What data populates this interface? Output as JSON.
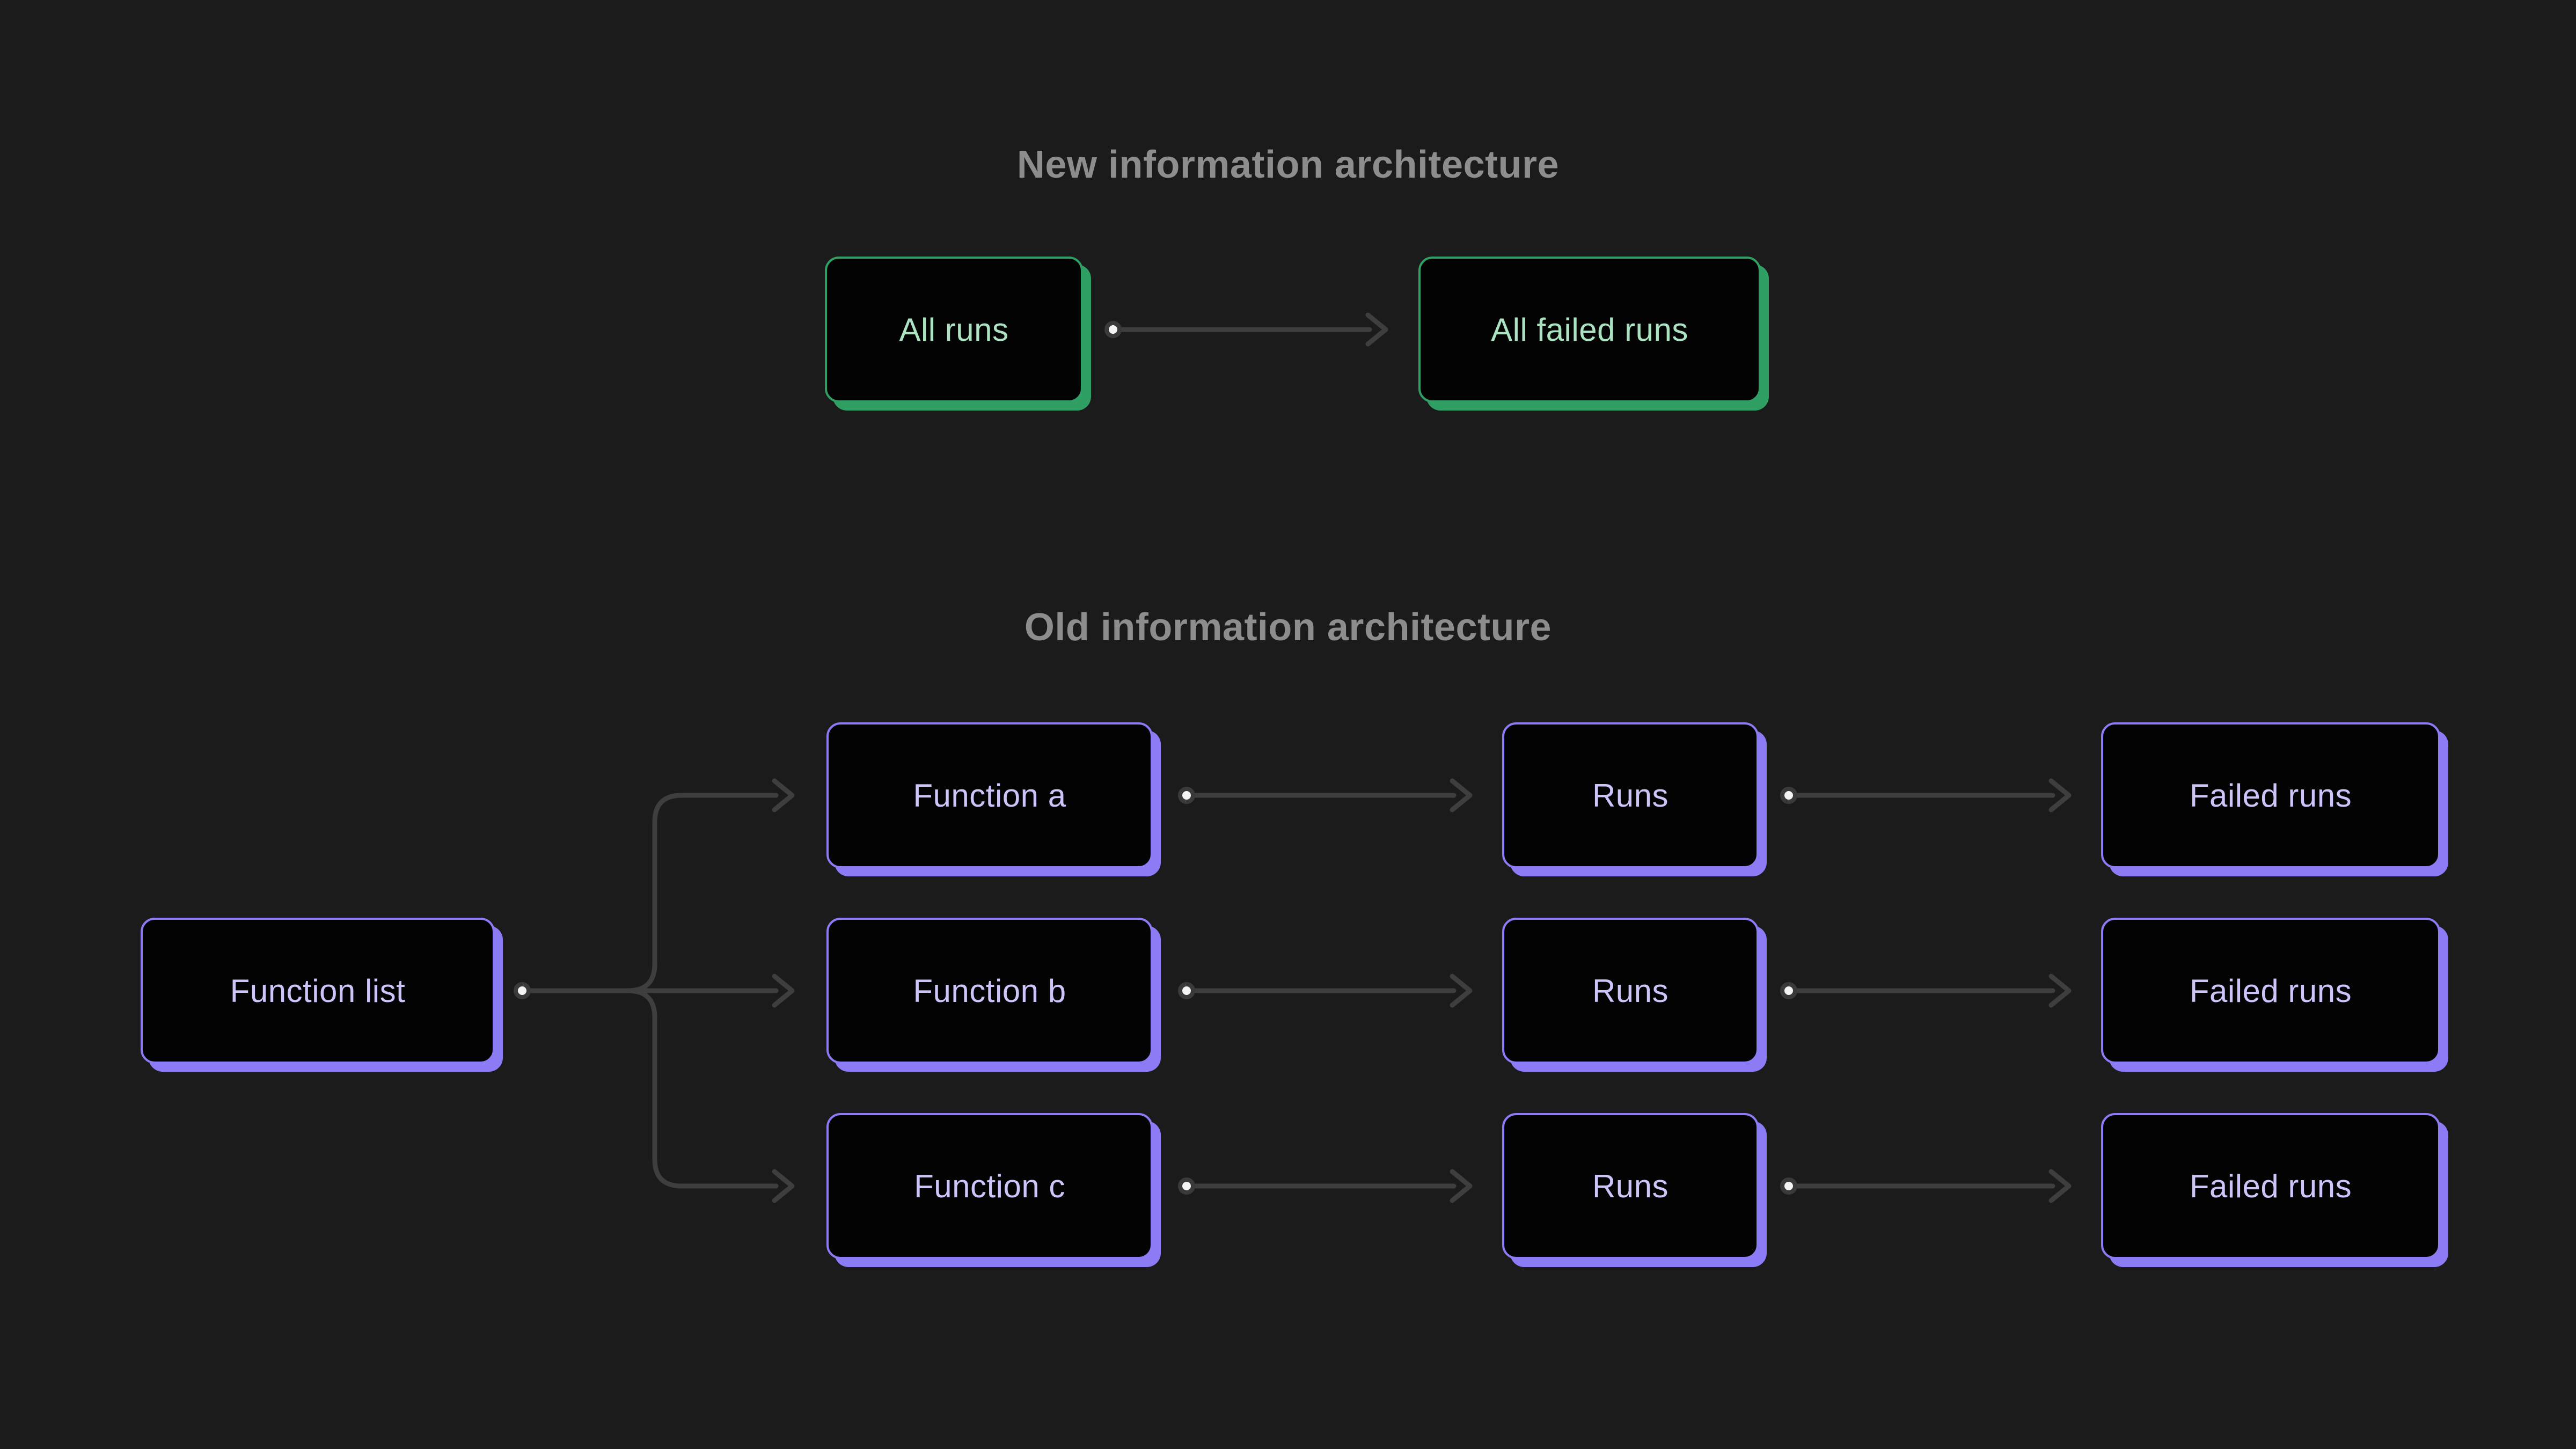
{
  "colors": {
    "background": "#1b1b1b",
    "node_fill": "#030304",
    "green_accent": "#2f9f64",
    "green_text": "#abe3c2",
    "purple_accent": "#8b7bf4",
    "purple_text": "#cdc5f9",
    "connector": "#3e3e3e",
    "dot_fill": "#f4f4f4",
    "title_text": "#8d8d8d"
  },
  "sections": {
    "new": {
      "title": "New information architecture",
      "accent": "#2f9f64",
      "nodes": [
        {
          "id": "all-runs",
          "label": "All runs"
        },
        {
          "id": "all-failed-runs",
          "label": "All failed runs"
        }
      ],
      "edges": [
        {
          "from": "all-runs",
          "to": "all-failed-runs"
        }
      ]
    },
    "old": {
      "title": "Old information architecture",
      "accent": "#8b7bf4",
      "nodes": [
        {
          "id": "function-list",
          "label": "Function list"
        },
        {
          "id": "function-a",
          "label": "Function a"
        },
        {
          "id": "function-b",
          "label": "Function b"
        },
        {
          "id": "function-c",
          "label": "Function c"
        },
        {
          "id": "runs-a",
          "label": "Runs"
        },
        {
          "id": "runs-b",
          "label": "Runs"
        },
        {
          "id": "runs-c",
          "label": "Runs"
        },
        {
          "id": "failed-runs-a",
          "label": "Failed runs"
        },
        {
          "id": "failed-runs-b",
          "label": "Failed runs"
        },
        {
          "id": "failed-runs-c",
          "label": "Failed runs"
        }
      ],
      "edges": [
        {
          "from": "function-list",
          "to": "function-a"
        },
        {
          "from": "function-list",
          "to": "function-b"
        },
        {
          "from": "function-list",
          "to": "function-c"
        },
        {
          "from": "function-a",
          "to": "runs-a"
        },
        {
          "from": "function-b",
          "to": "runs-b"
        },
        {
          "from": "function-c",
          "to": "runs-c"
        },
        {
          "from": "runs-a",
          "to": "failed-runs-a"
        },
        {
          "from": "runs-b",
          "to": "failed-runs-b"
        },
        {
          "from": "runs-c",
          "to": "failed-runs-c"
        }
      ]
    }
  }
}
